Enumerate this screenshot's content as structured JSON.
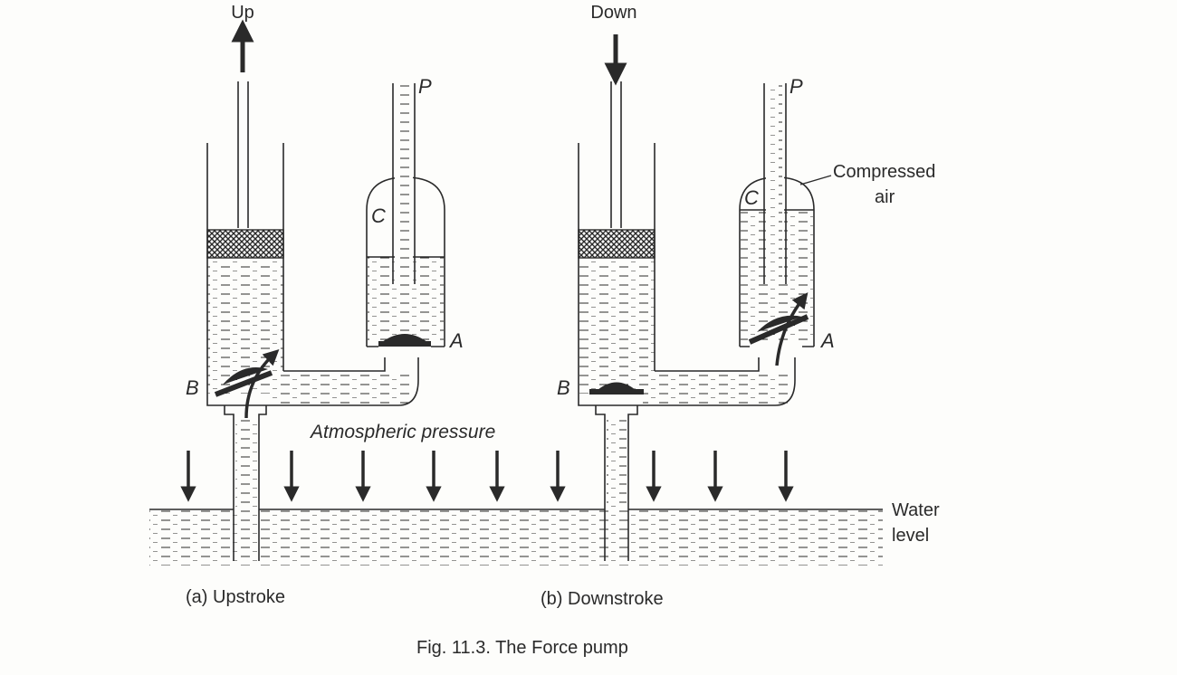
{
  "diagram": {
    "panel_a": {
      "direction_label": "Up",
      "caption": "(a) Upstroke",
      "valve_b": "B",
      "valve_a": "A",
      "chamber_c": "C",
      "outlet_p": "P"
    },
    "panel_b": {
      "direction_label": "Down",
      "caption": "(b) Downstroke",
      "valve_b": "B",
      "valve_a": "A",
      "chamber_c": "C",
      "outlet_p": "P",
      "air_label_line1": "Compressed",
      "air_label_line2": "air"
    },
    "atmospheric_label": "Atmospheric pressure",
    "water_label_line1": "Water",
    "water_label_line2": "level",
    "figure_caption": "Fig. 11.3. The Force pump"
  },
  "colors": {
    "ink": "#2a2a2a",
    "background": "#fdfdfb"
  }
}
